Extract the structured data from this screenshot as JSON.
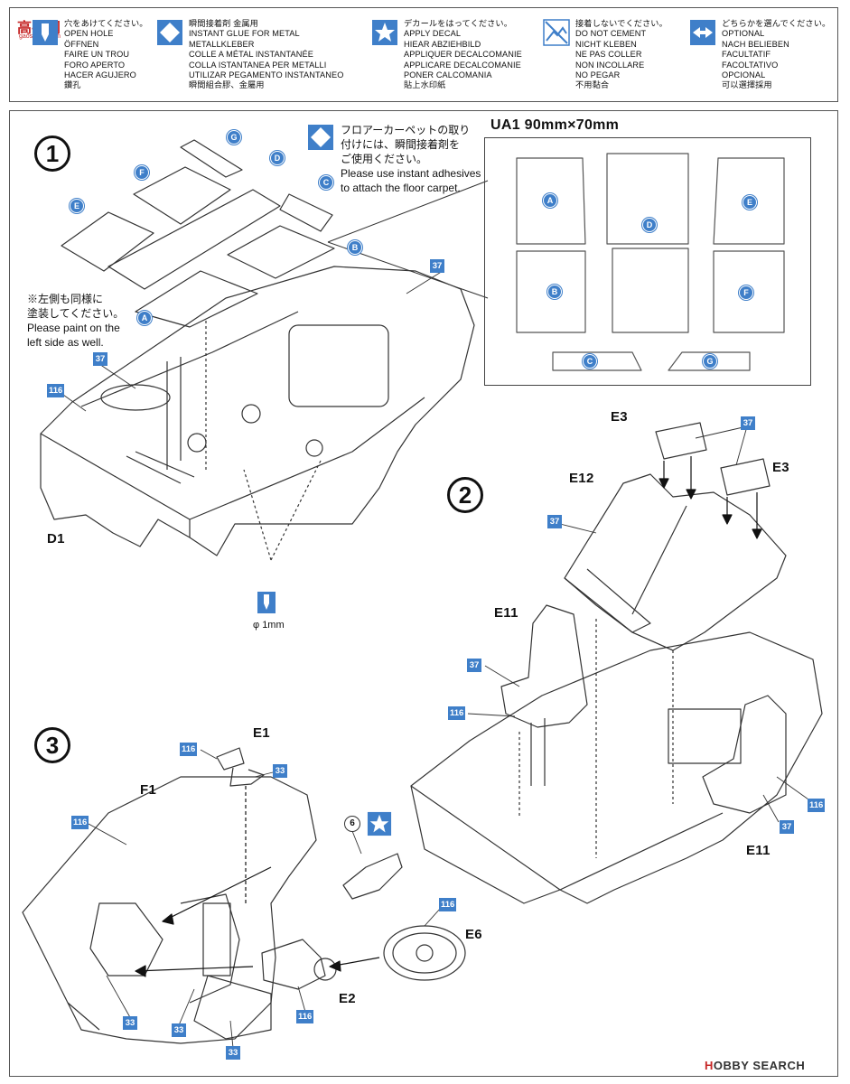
{
  "watermark": {
    "site": "高手网",
    "site_url": "gaoshoun.com"
  },
  "legend": [
    {
      "icon": "open-hole-icon",
      "lines": [
        "穴をあけてください。",
        "OPEN HOLE",
        "ÖFFNEN",
        "FAIRE UN TROU",
        "FORO APERTO",
        "HACER AGUJERO",
        "鑽孔"
      ]
    },
    {
      "icon": "instant-glue-icon",
      "lines": [
        "瞬間接着剤  金属用",
        "INSTANT GLUE FOR METAL",
        "METALLKLEBER",
        "COLLE A MÉTAL INSTANTANÉE",
        "COLLA ISTANTANEA PER METALLI",
        "UTILIZAR PEGAMENTO INSTANTANEO",
        "瞬間組合膠、金屬用"
      ]
    },
    {
      "icon": "apply-decal-icon",
      "lines": [
        "デカールをはってください。",
        "APPLY DECAL",
        "HIEAR ABZIEHBILD",
        "APPLIQUER DECALCOMANIE",
        "APPLICARE DECALCOMANIE",
        "PONER CALCOMANIA",
        "貼上水印紙"
      ]
    },
    {
      "icon": "do-not-cement-icon",
      "lines": [
        "接着しないでください。",
        "DO NOT CEMENT",
        "NICHT KLEBEN",
        "NE PAS COLLER",
        "NON INCOLLARE",
        "NO PEGAR",
        "不用黏合"
      ]
    },
    {
      "icon": "optional-icon",
      "lines": [
        "どちらかを選んでください。",
        "OPTIONAL",
        "NACH BELIEBEN",
        "FACULTATIF",
        "FACOLTATIVO",
        "OPCIONAL",
        "可以選擇採用"
      ]
    }
  ],
  "step1": {
    "number": "1",
    "note_jp": [
      "フロアーカーペットの取り",
      "付けには、瞬間接着剤を",
      "ご使用ください。"
    ],
    "note_en": [
      "Please use instant adhesives",
      "to attach the floor carpet."
    ],
    "paint_note_jp": [
      "※左側も同様に",
      "塗装してください。"
    ],
    "paint_note_en": [
      "Please paint on the",
      "left side as well."
    ],
    "part_label": "D1",
    "hole_size": "φ 1mm",
    "carpet_letters": [
      "G",
      "F",
      "D",
      "C",
      "E",
      "B",
      "A"
    ],
    "color_tags": [
      "37",
      "37",
      "116"
    ]
  },
  "ua1": {
    "title": "UA1  90mm×70mm",
    "pieces": [
      "A",
      "D",
      "E",
      "B",
      "F",
      "C",
      "G"
    ]
  },
  "step2": {
    "number": "2",
    "labels": [
      "E3",
      "E3",
      "E12",
      "E11",
      "E11"
    ],
    "color_tags": [
      "37",
      "37",
      "37",
      "116",
      "116",
      "37"
    ]
  },
  "step3": {
    "number": "3",
    "labels": [
      "E1",
      "F1",
      "E6",
      "E2"
    ],
    "decal_number": "6",
    "color_tags": [
      "116",
      "33",
      "116",
      "116",
      "116",
      "33",
      "33",
      "33"
    ]
  },
  "footer": {
    "brand_h": "H",
    "brand_rest": "OBBY SEARCH"
  }
}
